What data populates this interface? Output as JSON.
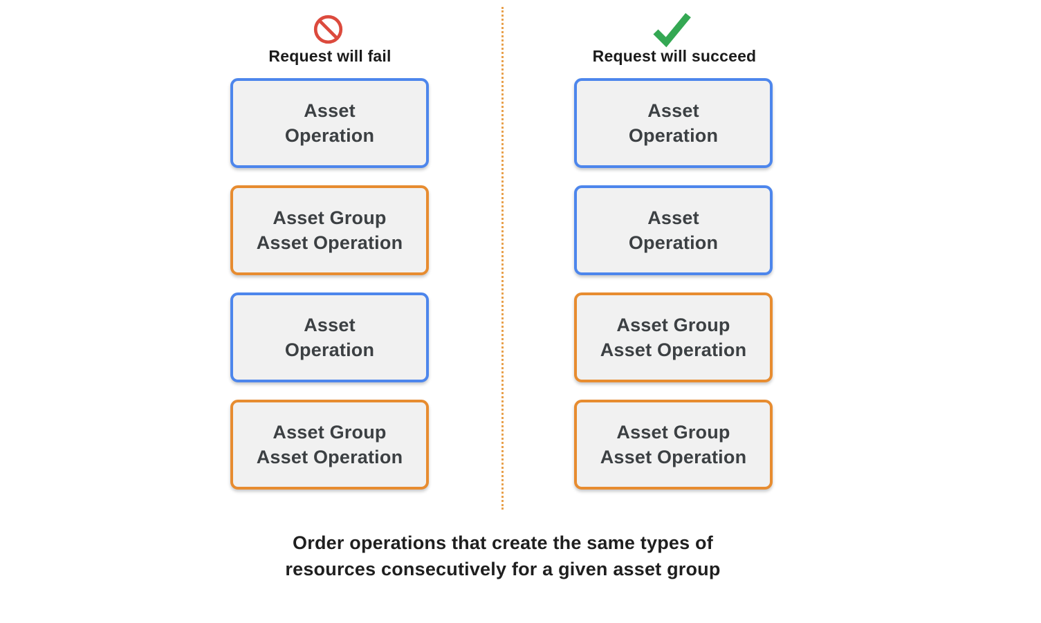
{
  "diagram": {
    "fail_column": {
      "icon": "prohibition",
      "title": "Request will fail",
      "boxes": [
        {
          "kind": "asset-operation",
          "label": "Asset\nOperation",
          "border_color": "#4d86ec"
        },
        {
          "kind": "asset-group-asset-operation",
          "label": "Asset Group\nAsset Operation",
          "border_color": "#e78c30"
        },
        {
          "kind": "asset-operation",
          "label": "Asset\nOperation",
          "border_color": "#4d86ec"
        },
        {
          "kind": "asset-group-asset-operation",
          "label": "Asset Group\nAsset Operation",
          "border_color": "#e78c30"
        }
      ]
    },
    "succeed_column": {
      "icon": "checkmark",
      "title": "Request will succeed",
      "boxes": [
        {
          "kind": "asset-operation",
          "label": "Asset\nOperation",
          "border_color": "#4d86ec"
        },
        {
          "kind": "asset-operation",
          "label": "Asset\nOperation",
          "border_color": "#4d86ec"
        },
        {
          "kind": "asset-group-asset-operation",
          "label": "Asset Group\nAsset Operation",
          "border_color": "#e78c30"
        },
        {
          "kind": "asset-group-asset-operation",
          "label": "Asset Group\nAsset Operation",
          "border_color": "#e78c30"
        }
      ]
    },
    "caption": "Order operations that create the same types of\nresources consecutively for a given asset group",
    "colors": {
      "blue_border": "#4d86ec",
      "orange_border": "#e78c30",
      "fail_icon_red": "#dc4a3d",
      "success_icon_green": "#34a853",
      "box_background": "#f1f1f1",
      "box_text": "#3c4043",
      "heading_text": "#1b1b1b",
      "divider_orange": "#e8a04b"
    }
  }
}
